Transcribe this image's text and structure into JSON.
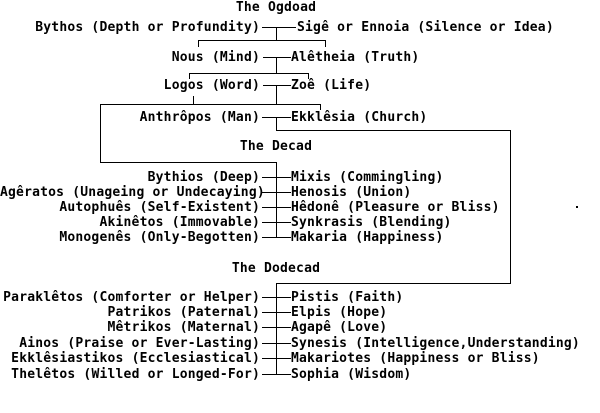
{
  "diagram": {
    "colors": {
      "background": "#ffffff",
      "line": "#000000",
      "text": "#000000"
    },
    "sections": [
      {
        "title": "The Ogdoad",
        "pairs": [
          {
            "left": "Bythos (Depth or Profundity)",
            "right": "Sigê or Ennoia (Silence or Idea)"
          },
          {
            "left": "Nous (Mind)",
            "right": "Alêtheia (Truth)"
          },
          {
            "left": "Logos (Word)",
            "right": "Zoê (Life)"
          },
          {
            "left": "Anthrôpos (Man)",
            "right": "Ekklêsia (Church)"
          }
        ]
      },
      {
        "title": "The Decad",
        "pairs": [
          {
            "left": "Bythios (Deep)",
            "right": "Mixis (Commingling)"
          },
          {
            "left": "Agêratos (Unageing or Undecaying)",
            "right": "Henosis (Union)"
          },
          {
            "left": "Autophuês (Self-Existent)",
            "right": "Hêdonê (Pleasure or Bliss)"
          },
          {
            "left": "Akinêtos (Immovable)",
            "right": "Synkrasis (Blending)"
          },
          {
            "left": "Monogenês (Only-Begotten)",
            "right": "Makaria (Happiness)"
          }
        ]
      },
      {
        "title": "The Dodecad",
        "pairs": [
          {
            "left": "Paraklêtos (Comforter or Helper)",
            "right": "Pistis (Faith)"
          },
          {
            "left": "Patrikos (Paternal)",
            "right": "Elpis (Hope)"
          },
          {
            "left": "Mêtrikos (Maternal)",
            "right": "Agapê (Love)"
          },
          {
            "left": "Ainos (Praise or Ever-Lasting)",
            "right": "Synesis (Intelligence,Understanding)"
          },
          {
            "left": "Ekklêsiastikos (Ecclesiastical)",
            "right": "Makariotes (Happiness or Bliss)"
          },
          {
            "left": "Thelêtos (Willed or Longed-For)",
            "right": "Sophia (Wisdom)"
          }
        ]
      }
    ]
  }
}
